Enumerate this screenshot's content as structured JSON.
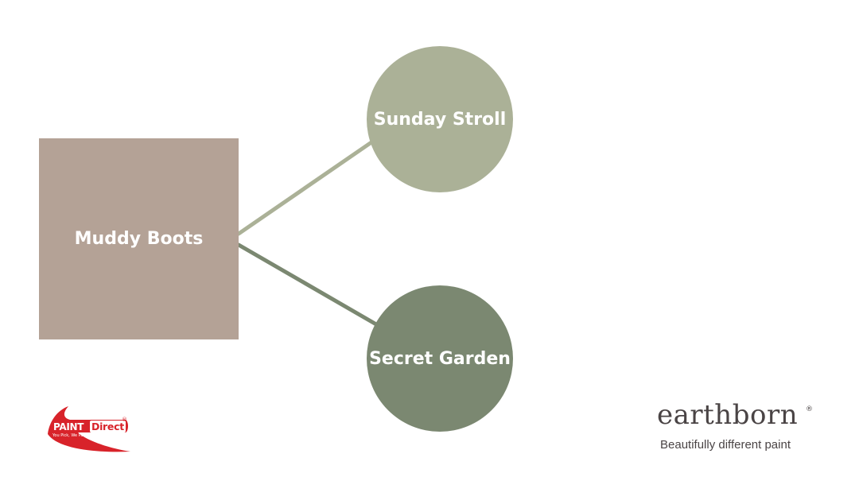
{
  "swatches": {
    "root": {
      "label": "Muddy Boots",
      "color": "#b4a296"
    },
    "top": {
      "label": "Sunday Stroll",
      "color": "#abb197"
    },
    "bottom": {
      "label": "Secret Garden",
      "color": "#7b8871"
    }
  },
  "connectors": {
    "top_color": "#abb197",
    "bottom_color": "#7b8871"
  },
  "logos": {
    "paint_direct": {
      "word1": "PAINT",
      "word2": "Direct",
      "registered": "®",
      "tagline": "You Pick, We Pack... You Paint!",
      "color": "#d8232a"
    },
    "earthborn": {
      "wordmark": "earthborn",
      "registered": "®",
      "tagline": "Beautifully different paint",
      "color": "#4a4445"
    }
  }
}
